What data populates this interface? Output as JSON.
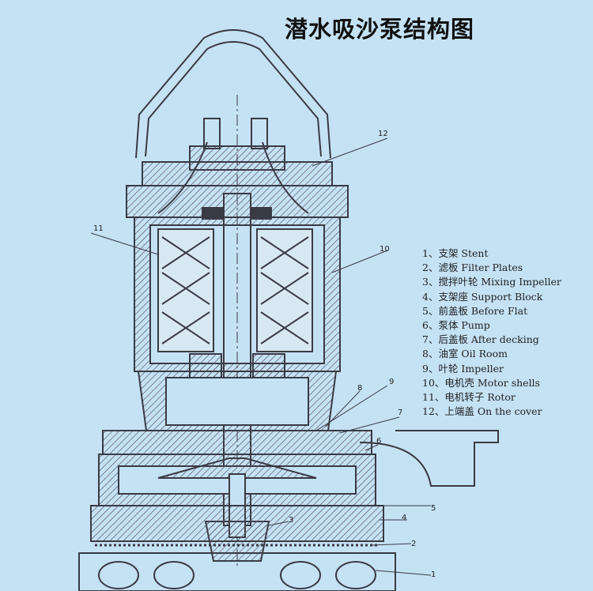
{
  "title": "潜水吸沙泵结构图",
  "legend": [
    "1、支架 Stent",
    "2、滤板 Filter Plates",
    "3、搅拌叶轮 Mixing Impeller",
    "4、支架座 Support Block",
    "5、前盖板 Before Flat",
    "6、泵体 Pump",
    "7、后盖板 After decking",
    "8、油室 Oil Room",
    "9、叶轮 Impeller",
    "10、电机壳 Motor shells",
    "11、电机转子 Rotor",
    "12、上端盖 On the cover"
  ],
  "callouts": [
    "1",
    "2",
    "3",
    "4",
    "5",
    "6",
    "7",
    "8",
    "9",
    "10",
    "11",
    "12"
  ],
  "colors": {
    "background": "#c5e2f5",
    "line": "#3a3a44",
    "hatch": "#5a5a66"
  }
}
